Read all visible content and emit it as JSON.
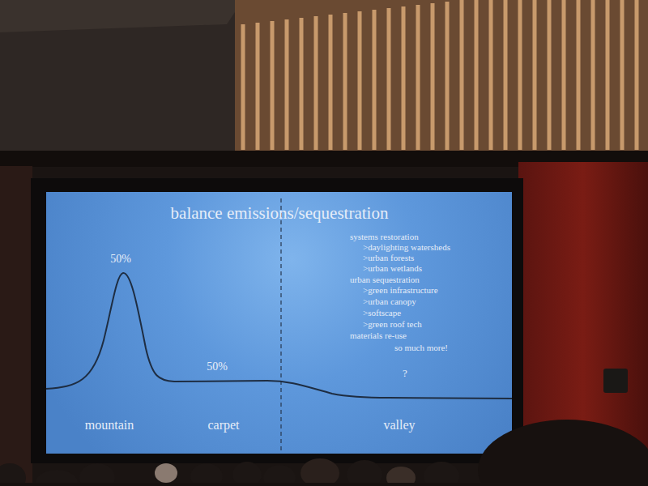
{
  "diagram": {
    "title": "balance emissions/sequestration",
    "labels": [
      "50%",
      "50%",
      "?",
      "mountain",
      "carpet",
      "valley",
      "systems restoration",
      ">daylighting watersheds",
      ">urban forests",
      ">urban wetlands",
      "urban sequestration",
      ">green infrastructure",
      ">urban canopy",
      ">softscape",
      ">green roof tech",
      "materials re-use",
      "so much more!"
    ]
  }
}
